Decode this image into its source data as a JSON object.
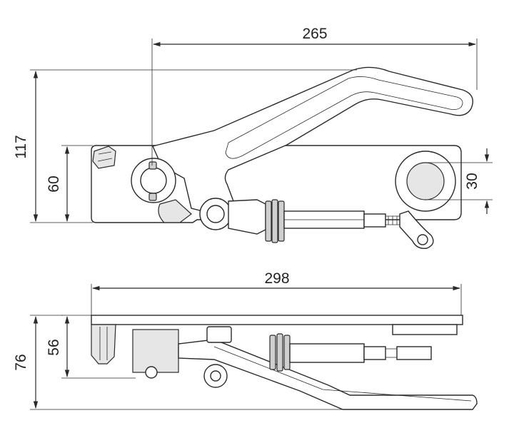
{
  "dimensions": {
    "top_view": {
      "width_265": "265",
      "height_117": "117",
      "height_60": "60",
      "hole_30": "30"
    },
    "side_view": {
      "length_298": "298",
      "height_56": "56",
      "height_76": "76"
    }
  }
}
